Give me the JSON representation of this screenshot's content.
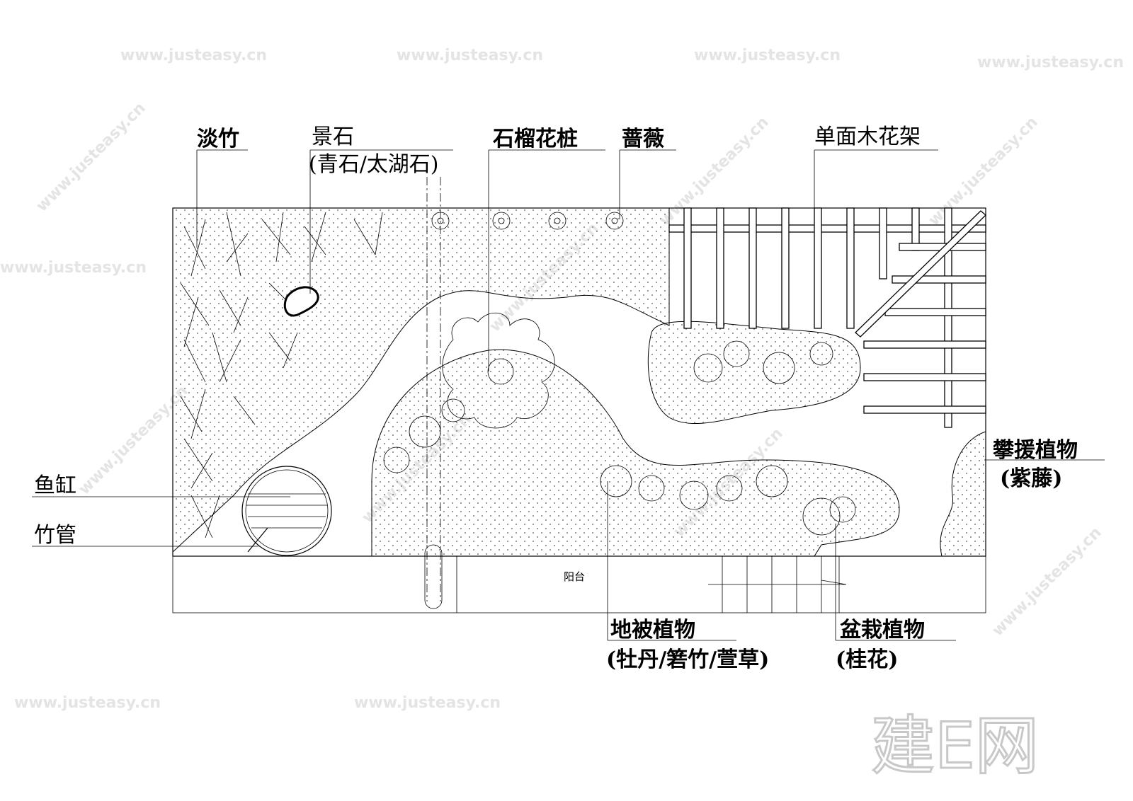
{
  "title_labels": {
    "bamboo": "淡竹",
    "rock": "景石",
    "rock_detail": "(青石/太湖石)",
    "pomegranate": "石榴花桩",
    "rose": "蔷薇",
    "trellis": "单面木花架",
    "climbing": "攀援植物",
    "climbing_detail": "(紫藤)",
    "fish_tank": "鱼缸",
    "bamboo_pipe": "竹管",
    "balcony": "阳台",
    "groundcover": "地被植物",
    "groundcover_detail": "(牡丹/箬竹/萱草)",
    "potted": "盆栽植物",
    "potted_detail": "(桂花)"
  },
  "watermark": {
    "brand": "建E网",
    "url": "www.justeasy.cn"
  }
}
